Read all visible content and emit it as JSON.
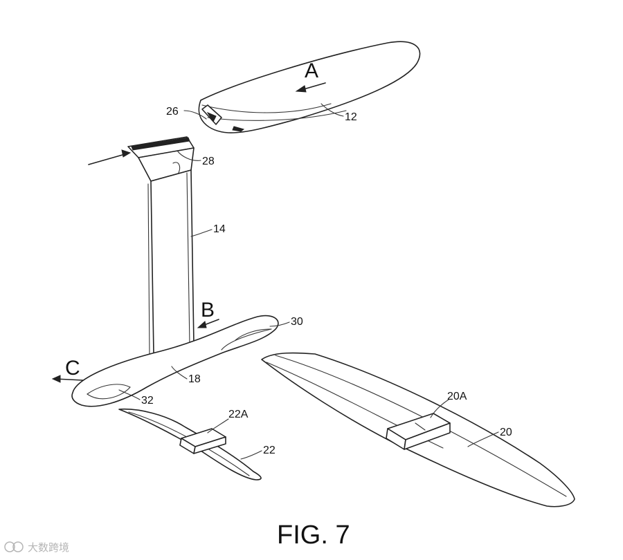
{
  "figure": {
    "caption": "FIG. 7",
    "direction_labels": {
      "a": "A",
      "b": "B",
      "c": "C"
    },
    "reference_numerals": {
      "board": "12",
      "mast": "14",
      "fuselage": "18",
      "front_wing": "20",
      "front_wing_connector": "20A",
      "rear_wing": "22",
      "rear_wing_connector": "22A",
      "board_slot": "26",
      "mast_rail": "28",
      "front_wing_socket": "30",
      "rear_wing_socket": "32"
    }
  },
  "watermark": {
    "text": "大数跨境"
  }
}
